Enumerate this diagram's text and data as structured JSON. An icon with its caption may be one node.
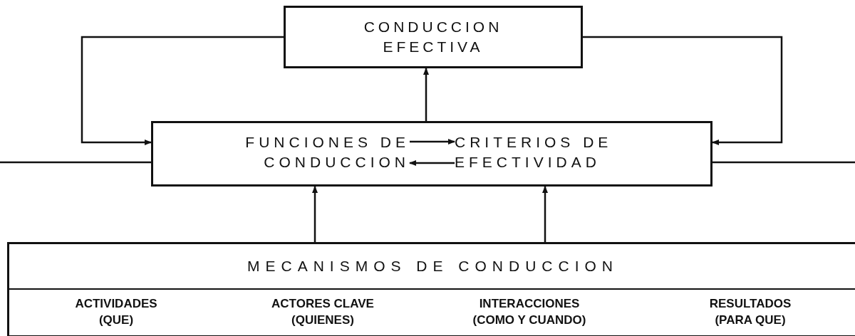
{
  "diagram": {
    "nodes": [
      {
        "text": [
          "CONDUCCION EFECTIVA"
        ]
      },
      {
        "text": [],
        "shape": "box"
      },
      {
        "text": [
          "FUNCIONES DE CONDUCCION"
        ],
        "in": 1
      },
      {
        "text": [
          "CRITERIOS DE EFECTIVIDAD"
        ],
        "in": 1
      },
      {
        "text": [
          "MECANISMOS DE CONDUCCION",
          "ACTIVIDADES (QUE)",
          "ACTORES CLAVE (QUIENES)",
          "INTERACCIONES (COMO Y CUANDO)",
          "RESULTADOS (PARA QUE)"
        ]
      }
    ],
    "edges": [
      {
        "from": 1,
        "to": 0,
        "arrow": "to"
      },
      {
        "from": 0,
        "to": 1,
        "arrow": "to"
      },
      {
        "from": 0,
        "to": 1,
        "arrow": "to"
      },
      {
        "from": 2,
        "to": 3,
        "arrow": "to"
      },
      {
        "from": 3,
        "to": 2,
        "arrow": "to"
      },
      {
        "from": 4,
        "to": 1,
        "arrow": "to"
      },
      {
        "from": 4,
        "to": 1,
        "arrow": "to"
      },
      {
        "from": null,
        "to": 1,
        "arrow": "none"
      },
      {
        "from": 1,
        "to": null,
        "arrow": "none"
      }
    ]
  }
}
